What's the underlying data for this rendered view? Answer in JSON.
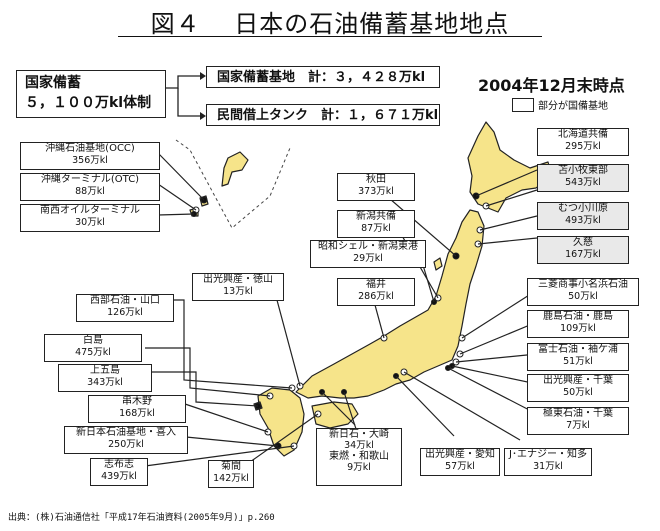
{
  "title": "図４　 日本の石油備蓄基地地点",
  "national": {
    "label1": "国家備蓄",
    "label2": "５，１００万kl体制"
  },
  "summary": {
    "base": "国家備蓄基地　計：３，４２８万kl",
    "private": "民間借上タンク　計：１，６７１万kl"
  },
  "date_label": "2004年12月末時点",
  "legend_label": "部分が国備基地",
  "sites": [
    {
      "id": "okinawa-occ",
      "name": "沖縄石油基地(OCC)",
      "value": "356万kl"
    },
    {
      "id": "okinawa-otc",
      "name": "沖縄ターミナル(OTC)",
      "value": "88万kl"
    },
    {
      "id": "nansei",
      "name": "南西オイルターミナル",
      "value": "30万kl"
    },
    {
      "id": "akita",
      "name": "秋田",
      "value": "373万kl"
    },
    {
      "id": "niigata",
      "name": "新潟共備",
      "value": "87万kl"
    },
    {
      "id": "showa-niigata",
      "name": "昭和シェル・新潟東港",
      "value": "29万kl"
    },
    {
      "id": "fukui",
      "name": "福井",
      "value": "286万kl"
    },
    {
      "id": "idemitsu-tokuyama",
      "name": "出光興産・徳山",
      "value": "13万kl"
    },
    {
      "id": "seibu-yamaguchi",
      "name": "西部石油・山口",
      "value": "126万kl"
    },
    {
      "id": "shirashima",
      "name": "白島",
      "value": "475万kl"
    },
    {
      "id": "kamigoto",
      "name": "上五島",
      "value": "343万kl"
    },
    {
      "id": "kushikino",
      "name": "串木野",
      "value": "168万kl"
    },
    {
      "id": "nisseki-kiire",
      "name": "新日本石油基地・喜入",
      "value": "250万kl"
    },
    {
      "id": "shibushi",
      "name": "志布志",
      "value": "439万kl"
    },
    {
      "id": "kikuma",
      "name": "菊間",
      "value": "142万kl"
    },
    {
      "id": "nisseki-ozaki",
      "name": "新日石・大崎",
      "value": "34万kl"
    },
    {
      "id": "tonen-wakayama",
      "name": "東燃・和歌山",
      "value": "9万kl"
    },
    {
      "id": "idemitsu-aichi",
      "name": "出光興産・愛知",
      "value": "57万kl"
    },
    {
      "id": "j-energy-chita",
      "name": "J･エナジー・知多",
      "value": "31万kl"
    },
    {
      "id": "hokkaido",
      "name": "北海道共備",
      "value": "295万kl"
    },
    {
      "id": "tomakomai",
      "name": "苫小牧東部",
      "value": "543万kl"
    },
    {
      "id": "mutsu",
      "name": "むつ小川原",
      "value": "493万kl"
    },
    {
      "id": "kuji",
      "name": "久慈",
      "value": "167万kl"
    },
    {
      "id": "mitsubishi-onahama",
      "name": "三菱商事小名浜石油",
      "value": "50万kl"
    },
    {
      "id": "kashima",
      "name": "鹿島石油・鹿島",
      "value": "109万kl"
    },
    {
      "id": "fuji-sodegaura",
      "name": "富士石油・袖ケ浦",
      "value": "51万kl"
    },
    {
      "id": "idemitsu-chiba",
      "name": "出光興産・千葉",
      "value": "50万kl"
    },
    {
      "id": "kyokuto-chiba",
      "name": "極東石油・千葉",
      "value": "7万kl"
    }
  ],
  "source": "出典：(株)石油通信社「平成17年石油資料(2005年9月)」p.260",
  "colors": {
    "land": "#f6e48a",
    "outline": "#222222",
    "shade": "#e9e9e9"
  }
}
